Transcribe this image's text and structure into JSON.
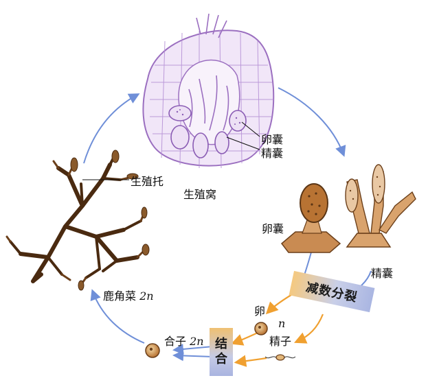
{
  "labels": {
    "receptacle": "生殖托",
    "conceptacle": "生殖窝",
    "oogonium_top": "卵囊",
    "antheridium_top": "精囊",
    "oogonium_right": "卵囊",
    "antheridium_right": "精囊",
    "plant_name": "鹿角菜",
    "plant_ploidy": "2n",
    "egg": "卵",
    "haploid": "n",
    "sperm": "精子",
    "zygote_name": "合子",
    "zygote_ploidy": "2n",
    "meiosis": "减数分裂",
    "fusion_1": "结",
    "fusion_2": "合"
  },
  "colors": {
    "cycle_arrow": "#6f8fd8",
    "orange_arrow": "#f0a030",
    "conceptacle_tissue": "#9b6fc0",
    "thallus": "#5a3515",
    "oogonium_fill": "#b87333",
    "band_orange": "#f5c980",
    "band_blue": "#aab6e2"
  }
}
